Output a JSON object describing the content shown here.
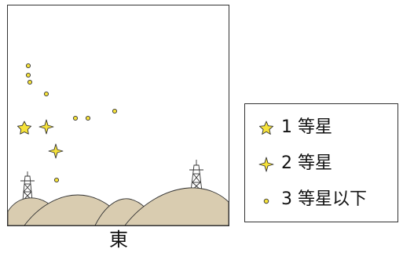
{
  "direction_label": "東",
  "legend": {
    "items": [
      {
        "label": "1 等星",
        "icon": "five-point-star-icon"
      },
      {
        "label": "2 等星",
        "icon": "four-point-star-icon"
      },
      {
        "label": "3 等星以下",
        "icon": "small-dot-icon"
      }
    ]
  },
  "colors": {
    "star_fill": "#f6e23a",
    "star_stroke": "#333333",
    "hill_fill": "#d9ccb0",
    "frame": "#333333"
  }
}
